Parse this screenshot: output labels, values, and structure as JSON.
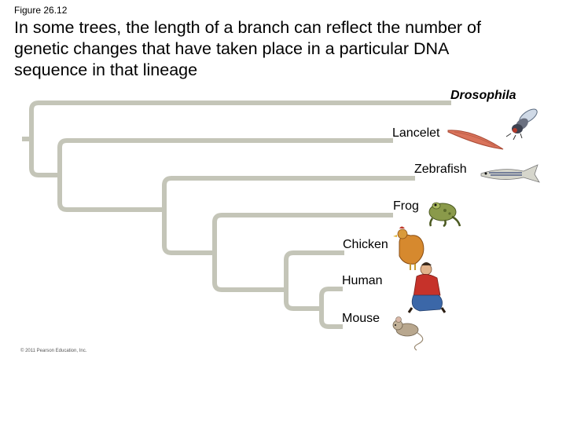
{
  "figure_label": "Figure 26.12",
  "title": "In some trees, the length of a branch can reflect the number of genetic changes that have taken place in a particular DNA sequence in that lineage",
  "taxa": [
    {
      "name": "Drosophila",
      "icon": "fly-icon"
    },
    {
      "name": "Lancelet",
      "icon": "lancelet-icon"
    },
    {
      "name": "Zebrafish",
      "icon": "zebrafish-icon"
    },
    {
      "name": "Frog",
      "icon": "frog-icon"
    },
    {
      "name": "Chicken",
      "icon": "chicken-icon"
    },
    {
      "name": "Human",
      "icon": "human-icon"
    },
    {
      "name": "Mouse",
      "icon": "mouse-icon"
    }
  ],
  "copyright": "© 2011 Pearson Education, Inc.",
  "colors": {
    "branch": "#c4c5b8"
  }
}
